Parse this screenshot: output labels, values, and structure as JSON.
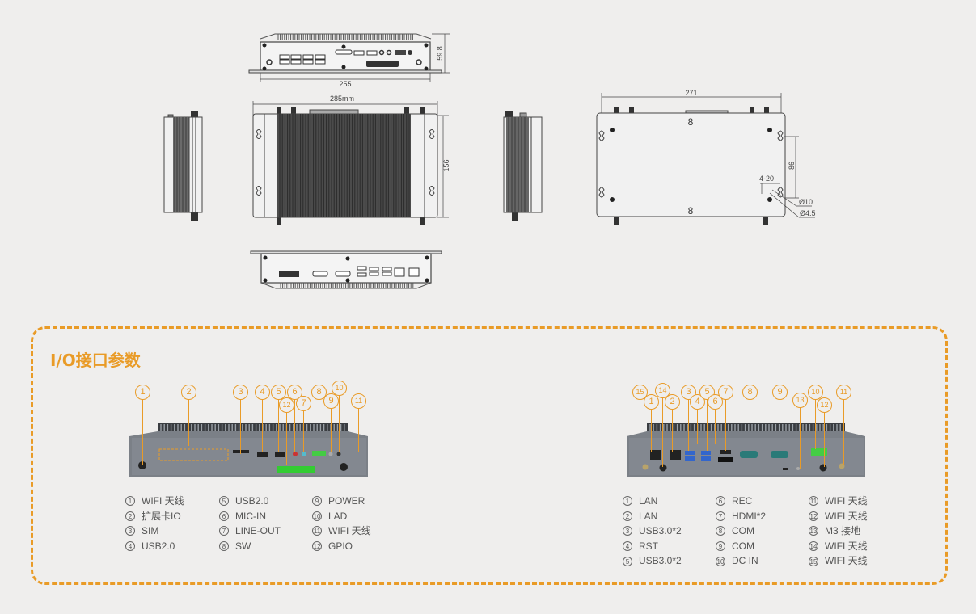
{
  "drawings": {
    "front_view": {
      "dimensions": {
        "width": "255",
        "height": "59.8"
      }
    },
    "top_view": {
      "dimensions": {
        "width": "285mm",
        "height": "156"
      }
    },
    "bottom_view": {
      "dimensions": {
        "width": "271",
        "hole_spacing": "86",
        "slot": "4-20",
        "hole_d1": "Ø10",
        "hole_d2": "Ø4.5",
        "screw_top": "8",
        "screw_bottom": "8"
      }
    }
  },
  "io_section": {
    "title": "I/O接口参数",
    "accent_color": "#e99b27",
    "panel_left": {
      "callouts": [
        "1",
        "2",
        "3",
        "4",
        "5",
        "6",
        "7",
        "8",
        "9",
        "10",
        "11",
        "12"
      ],
      "legend_columns": [
        [
          {
            "num": "1",
            "label": "WIFI 天线"
          },
          {
            "num": "2",
            "label": "扩展卡IO"
          },
          {
            "num": "3",
            "label": "SIM"
          },
          {
            "num": "4",
            "label": "USB2.0"
          }
        ],
        [
          {
            "num": "5",
            "label": "USB2.0"
          },
          {
            "num": "6",
            "label": "MIC-IN"
          },
          {
            "num": "7",
            "label": "LINE-OUT"
          },
          {
            "num": "8",
            "label": "SW"
          }
        ],
        [
          {
            "num": "9",
            "label": "POWER"
          },
          {
            "num": "10",
            "label": "LAD"
          },
          {
            "num": "11",
            "label": "WIFI 天线"
          },
          {
            "num": "12",
            "label": "GPIO"
          }
        ]
      ]
    },
    "panel_right": {
      "callouts": [
        "1",
        "2",
        "3",
        "4",
        "5",
        "6",
        "7",
        "8",
        "9",
        "10",
        "11",
        "12",
        "13",
        "14",
        "15"
      ],
      "legend_columns": [
        [
          {
            "num": "1",
            "label": "LAN"
          },
          {
            "num": "2",
            "label": "LAN"
          },
          {
            "num": "3",
            "label": "USB3.0*2"
          },
          {
            "num": "4",
            "label": "RST"
          },
          {
            "num": "5",
            "label": "USB3.0*2"
          }
        ],
        [
          {
            "num": "6",
            "label": "REC"
          },
          {
            "num": "7",
            "label": "HDMI*2"
          },
          {
            "num": "8",
            "label": "COM"
          },
          {
            "num": "9",
            "label": "COM"
          },
          {
            "num": "10",
            "label": "DC IN"
          }
        ],
        [
          {
            "num": "11",
            "label": "WIFI 天线"
          },
          {
            "num": "12",
            "label": "WIFI 天线"
          },
          {
            "num": "13",
            "label": "M3 接地"
          },
          {
            "num": "14",
            "label": "WIFI 天线"
          },
          {
            "num": "15",
            "label": "WIFI 天线"
          }
        ]
      ]
    }
  }
}
